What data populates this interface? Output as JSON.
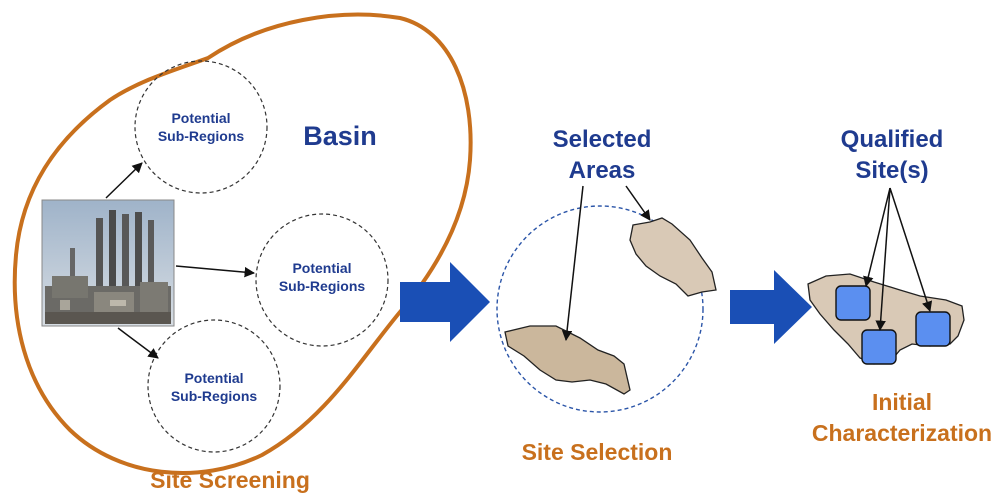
{
  "basin": {
    "label": "Basin"
  },
  "sub_regions": [
    {
      "line1": "Potential",
      "line2": "Sub-Regions"
    },
    {
      "line1": "Potential",
      "line2": "Sub-Regions"
    },
    {
      "line1": "Potential",
      "line2": "Sub-Regions"
    }
  ],
  "selected_areas": {
    "line1": "Selected",
    "line2": "Areas"
  },
  "qualified_sites": {
    "line1": "Qualified",
    "line2": "Site(s)"
  },
  "stages": {
    "site_screening": "Site Screening",
    "site_selection": "Site Selection",
    "initial_characterization_line1": "Initial",
    "initial_characterization_line2": "Characterization"
  },
  "colors": {
    "basin_outline": "#c8701d",
    "label_blue": "#1f3b8f",
    "stage_orange": "#c8701d",
    "process_arrow": "#1a4fb5",
    "area_fill": "#d9c9b6",
    "site_square": "#5b8ff0"
  }
}
